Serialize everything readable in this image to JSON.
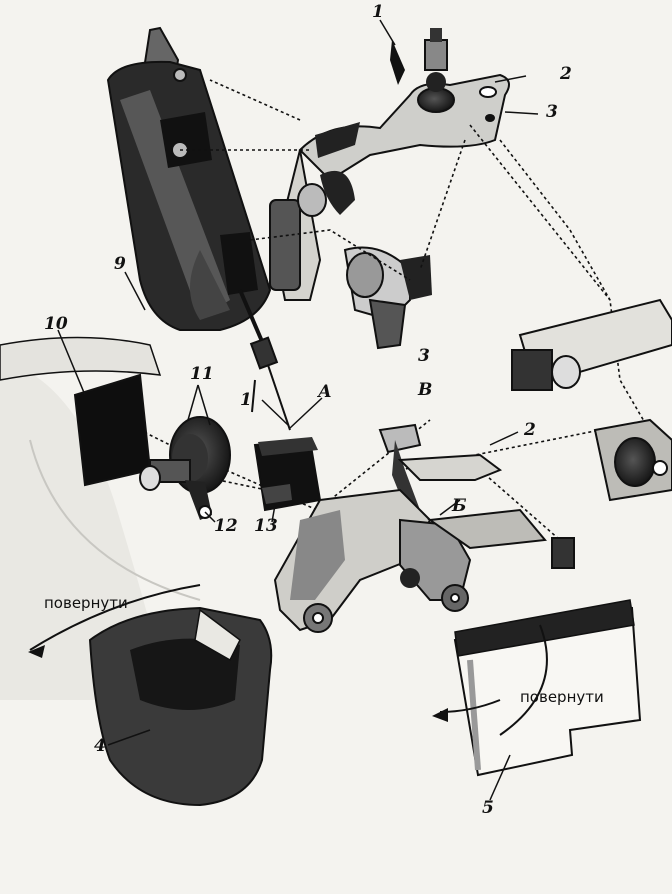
{
  "labels": {
    "n1_top": "1",
    "n2_top": "2",
    "n3_top": "3",
    "n9": "9",
    "n10": "10",
    "n11": "11",
    "n1_mid": "1",
    "letter_a": "А",
    "n3_mid": "3",
    "letter_v": "В",
    "n2_mid": "2",
    "letter_b": "Б",
    "n12": "12",
    "n13": "13",
    "n4": "4",
    "n5": "5"
  },
  "captions": {
    "rotate_left": "повернути",
    "rotate_right": "повернути"
  },
  "colors": {
    "ink": "#111111",
    "paper": "#f4f3ef",
    "mid_gray": "#9a9a98",
    "light_gray": "#d9d8d3"
  }
}
